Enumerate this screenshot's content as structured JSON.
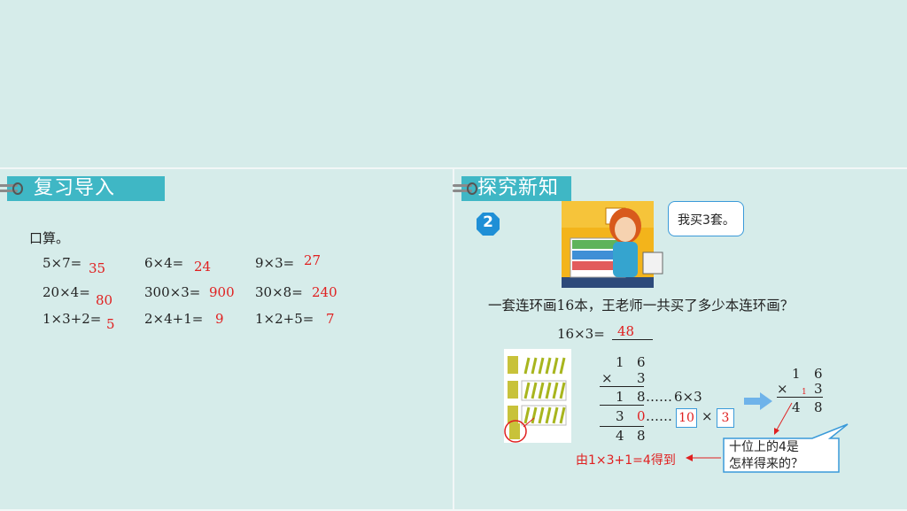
{
  "left": {
    "title": "复习导入",
    "intro": "口算。",
    "rows": [
      [
        {
          "q": "5×7=",
          "a": "35"
        },
        {
          "q": "6×4=",
          "a": "24"
        },
        {
          "q": "9×3=",
          "a": "27"
        }
      ],
      [
        {
          "q": "20×4=",
          "a": "80"
        },
        {
          "q": "300×3=",
          "a": "900"
        },
        {
          "q": "30×8=",
          "a": "240"
        }
      ],
      [
        {
          "q": "1×3+2=",
          "a": "5"
        },
        {
          "q": "2×4+1=",
          "a": "9"
        },
        {
          "q": "1×2+5=",
          "a": "7"
        }
      ]
    ]
  },
  "right": {
    "title": "探究新知",
    "step": "2",
    "speech": "我买3套。",
    "question": "一套连环画16本，王老师一共买了多少本连环画？",
    "equation": "16×3=",
    "equation_answer": "48",
    "calc1": {
      "top": [
        "1",
        "6"
      ],
      "mul": "×",
      "mul_digit": "3",
      "partial1": [
        "1",
        "8"
      ],
      "partial1_note": "6×3",
      "partial2": [
        "3",
        "0"
      ],
      "box1": "10",
      "box_times": "×",
      "box2": "3",
      "result": [
        "4",
        "8"
      ],
      "dots": "……"
    },
    "calc2": {
      "top": [
        "1",
        "6"
      ],
      "mul": "×",
      "mul_digit": "3",
      "carry": "1",
      "result": [
        "4",
        "8"
      ]
    },
    "explain": "由1×3+1=4得到",
    "bubble2_line1": "十位上的4是",
    "bubble2_line2": "怎样得来的？",
    "colors": {
      "accent": "#3fb7c5",
      "answer": "#e02020",
      "box": "#3a9ad9"
    }
  }
}
